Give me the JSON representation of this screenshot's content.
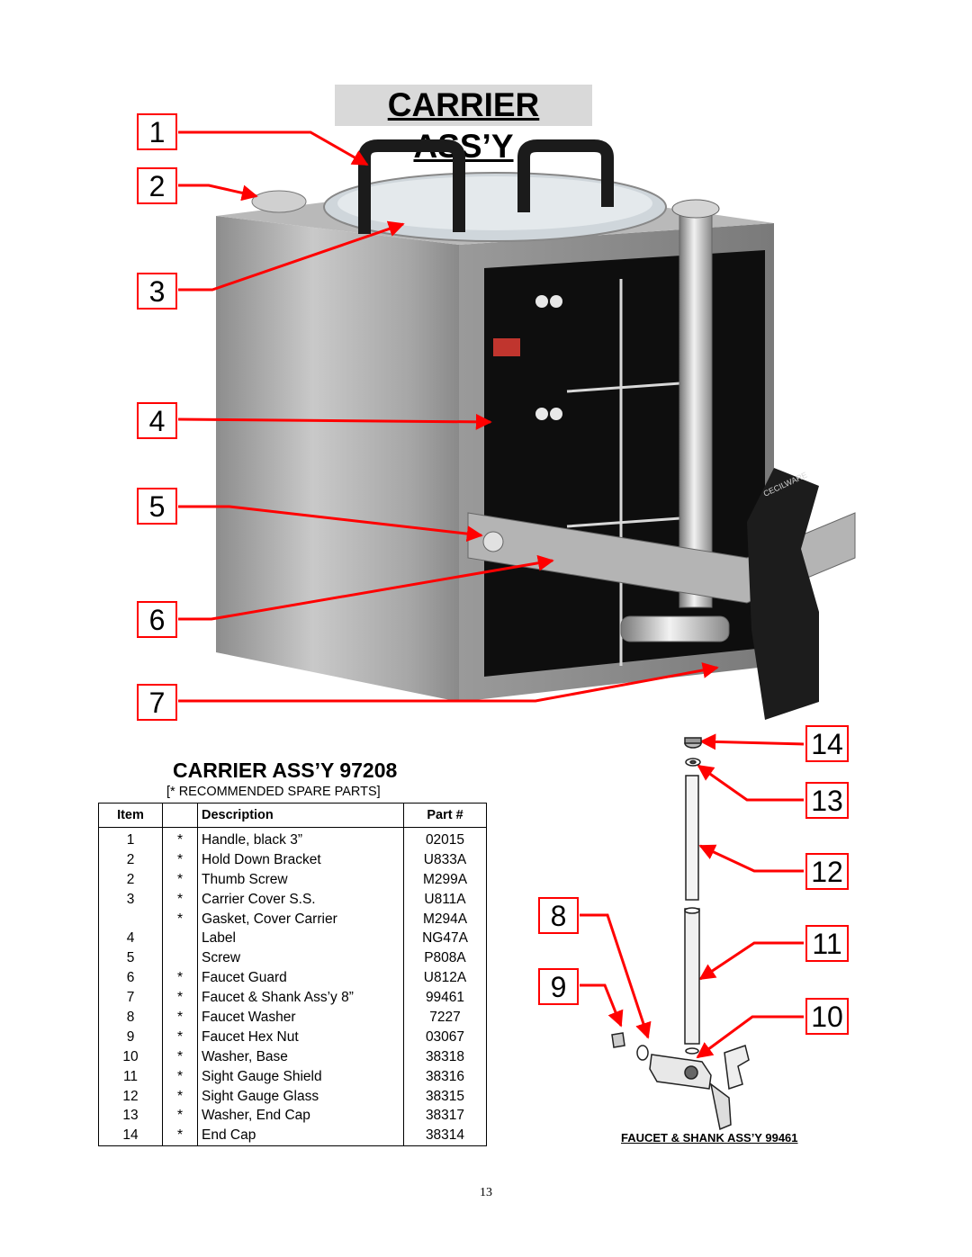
{
  "page_title": "CARRIER ASS’Y",
  "callouts": [
    "1",
    "2",
    "3",
    "4",
    "5",
    "6",
    "7",
    "8",
    "9",
    "10",
    "11",
    "12",
    "13",
    "14"
  ],
  "photo": {
    "brand_text": "CECILWARE"
  },
  "assembly": {
    "title": "CARRIER ASS’Y 97208",
    "spare_note": "[* RECOMMENDED SPARE PARTS]",
    "headers": {
      "item": "Item",
      "description": "Description",
      "part": "Part #"
    },
    "rows": [
      {
        "item": "1",
        "star": "*",
        "desc": "Handle, black 3”",
        "part": "02015"
      },
      {
        "item": "2",
        "star": "*",
        "desc": "Hold Down Bracket",
        "part": "U833A"
      },
      {
        "item": "2",
        "star": "*",
        "desc": "Thumb Screw",
        "part": "M299A"
      },
      {
        "item": "3",
        "star": "*",
        "desc": "Carrier Cover S.S.",
        "part": "U811A"
      },
      {
        "item": "",
        "star": "*",
        "desc": "Gasket, Cover Carrier",
        "part": "M294A"
      },
      {
        "item": "4",
        "star": "",
        "desc": "Label",
        "part": "NG47A"
      },
      {
        "item": "5",
        "star": "",
        "desc": "Screw",
        "part": "P808A"
      },
      {
        "item": "6",
        "star": "*",
        "desc": "Faucet Guard",
        "part": "U812A"
      },
      {
        "item": "7",
        "star": "*",
        "desc": "Faucet & Shank Ass’y  8”",
        "part": "99461"
      },
      {
        "item": "8",
        "star": "*",
        "desc": "Faucet Washer",
        "part": "7227"
      },
      {
        "item": "9",
        "star": "*",
        "desc": "Faucet Hex Nut",
        "part": "03067"
      },
      {
        "item": "10",
        "star": "*",
        "desc": "Washer, Base",
        "part": "38318"
      },
      {
        "item": "11",
        "star": "*",
        "desc": "Sight Gauge Shield",
        "part": "38316"
      },
      {
        "item": "12",
        "star": "*",
        "desc": "Sight Gauge Glass",
        "part": "38315"
      },
      {
        "item": "13",
        "star": "*",
        "desc": "Washer, End Cap",
        "part": "38317"
      },
      {
        "item": "14",
        "star": "*",
        "desc": "End Cap",
        "part": "38314"
      }
    ]
  },
  "faucet_caption": "FAUCET & SHANK ASS’Y 99461",
  "page_number": "13",
  "colors": {
    "callout_red": "#ff0000",
    "title_bg": "#d9d9d9",
    "steel": "#a9a9a9",
    "panel": "#101010"
  }
}
